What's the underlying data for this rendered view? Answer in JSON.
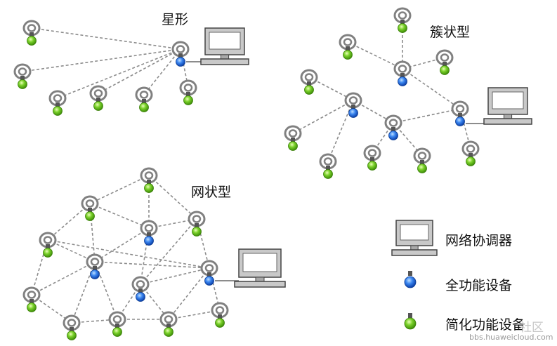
{
  "topologies": {
    "star": {
      "title": "星形"
    },
    "cluster": {
      "title": "簇状型"
    },
    "mesh": {
      "title": "网状型"
    }
  },
  "legend": {
    "coordinator": "网络协调器",
    "ffd": "全功能设备",
    "rfd": "简化功能设备"
  },
  "watermark": {
    "text": "bbs.huaweicloud.com",
    "overlay": "社区"
  },
  "colors": {
    "ffd": "#2f6fe0",
    "rfd": "#6cc51e",
    "link": "#8c8c8c",
    "device": "#808080"
  }
}
